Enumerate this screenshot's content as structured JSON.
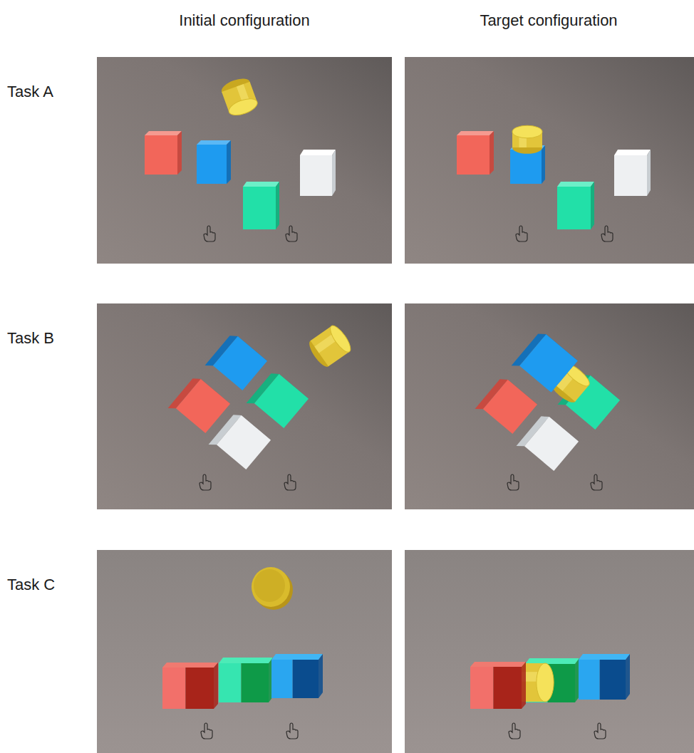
{
  "diagram": {
    "labels": [
      "Initial configuration",
      "Target configuration",
      "Task A",
      "Task B",
      "Task C"
    ]
  }
}
